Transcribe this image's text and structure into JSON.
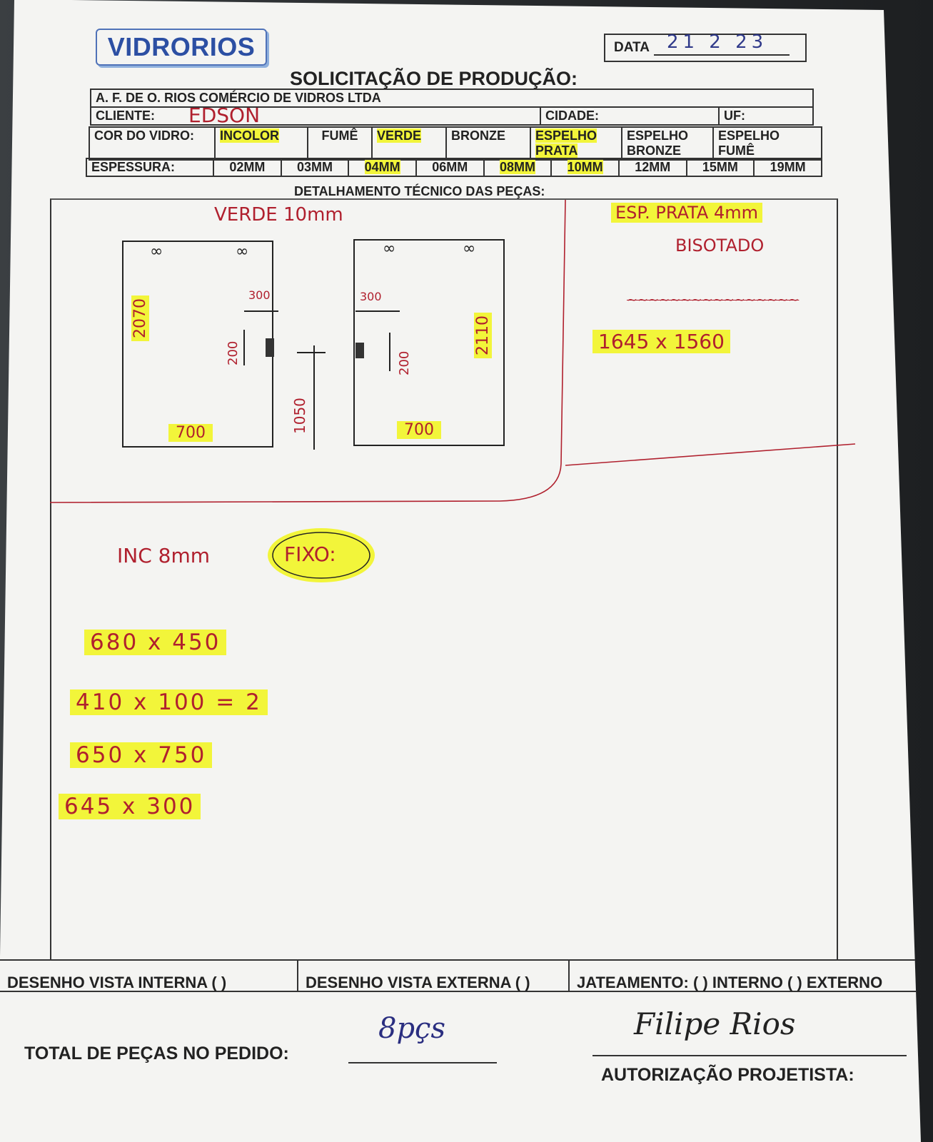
{
  "header": {
    "logo_text": "VIDRORIOS",
    "date_label": "DATA",
    "date_value": "21 2 23",
    "title": "SOLICITAÇÃO DE PRODUÇÃO:",
    "company": "A. F. DE O. RIOS COMÉRCIO DE VIDROS LTDA",
    "client_label": "CLIENTE:",
    "client_value": "EDSON",
    "city_label": "CIDADE:",
    "uf_label": "UF:"
  },
  "glass_color": {
    "label": "COR DO VIDRO:",
    "options": [
      "INCOLOR",
      "FUMÊ",
      "VERDE",
      "BRONZE",
      "ESPELHO PRATA",
      "ESPELHO BRONZE",
      "ESPELHO FUMÊ"
    ],
    "highlighted": [
      "INCOLOR",
      "VERDE",
      "ESPELHO PRATA"
    ]
  },
  "thickness": {
    "label": "ESPESSURA:",
    "options": [
      "02MM",
      "03MM",
      "04MM",
      "06MM",
      "08MM",
      "10MM",
      "12MM",
      "15MM",
      "19MM"
    ],
    "highlighted": [
      "04MM",
      "08MM",
      "10MM"
    ]
  },
  "technical": {
    "section_title": "DETALHAMENTO TÉCNICO DAS PEÇAS:",
    "left_note": "VERDE 10mm",
    "panel_left": {
      "height": "2070",
      "width": "700",
      "inner": "200",
      "top": "300"
    },
    "panel_right": {
      "height": "2110",
      "width": "700",
      "inner": "200",
      "top": "300"
    },
    "gap_dim": "1050",
    "right_note_1": "ESP. PRATA 4mm",
    "right_note_2": "BISOTADO",
    "right_measure": "1645 x 1560",
    "lower_note": "INC 8mm",
    "lower_circle": "FIXO:",
    "measures": [
      "680 x 450",
      "410 x 100 = 2",
      "650 x 750",
      "645 x 300"
    ]
  },
  "footer": {
    "internal": "DESENHO VISTA INTERNA ( )",
    "external": "DESENHO VISTA EXTERNA ( )",
    "blasting": "JATEAMENTO: ( ) INTERNO ( ) EXTERNO",
    "total_label": "TOTAL DE PEÇAS NO PEDIDO:",
    "total_value": "8pçs",
    "signature": "Filipe Rios",
    "authorization": "AUTORIZAÇÃO PROJETISTA:"
  },
  "colors": {
    "ink_red": "#b0202e",
    "highlight": "#f2f53a",
    "logo_blue": "#2c4fa3"
  }
}
